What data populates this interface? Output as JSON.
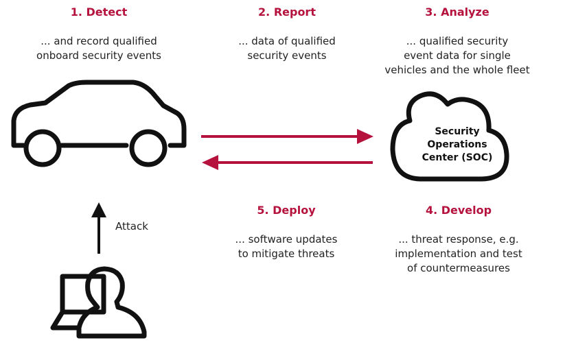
{
  "colors": {
    "accent": "#b5123d",
    "line": "#111111"
  },
  "steps": {
    "detect": {
      "title": "1. Detect",
      "description": "... and record qualified\nonboard security events"
    },
    "report": {
      "title": "2. Report",
      "description": "... data of qualified\nsecurity events"
    },
    "analyze": {
      "title": "3. Analyze",
      "description": "... qualified security\nevent data for single\nvehicles and the whole fleet"
    },
    "develop": {
      "title": "4. Develop",
      "description": "... threat response, e.g.\nimplementation and test\nof countermeasures"
    },
    "deploy": {
      "title": "5. Deploy",
      "description": "... software updates\nto mitigate threats"
    }
  },
  "soc": {
    "label": "Security\nOperations\nCenter (SOC)"
  },
  "attack": {
    "label": "Attack"
  },
  "icons": {
    "vehicle": "car-icon",
    "soc": "cloud-icon",
    "attacker": "hacker-laptop-icon"
  }
}
